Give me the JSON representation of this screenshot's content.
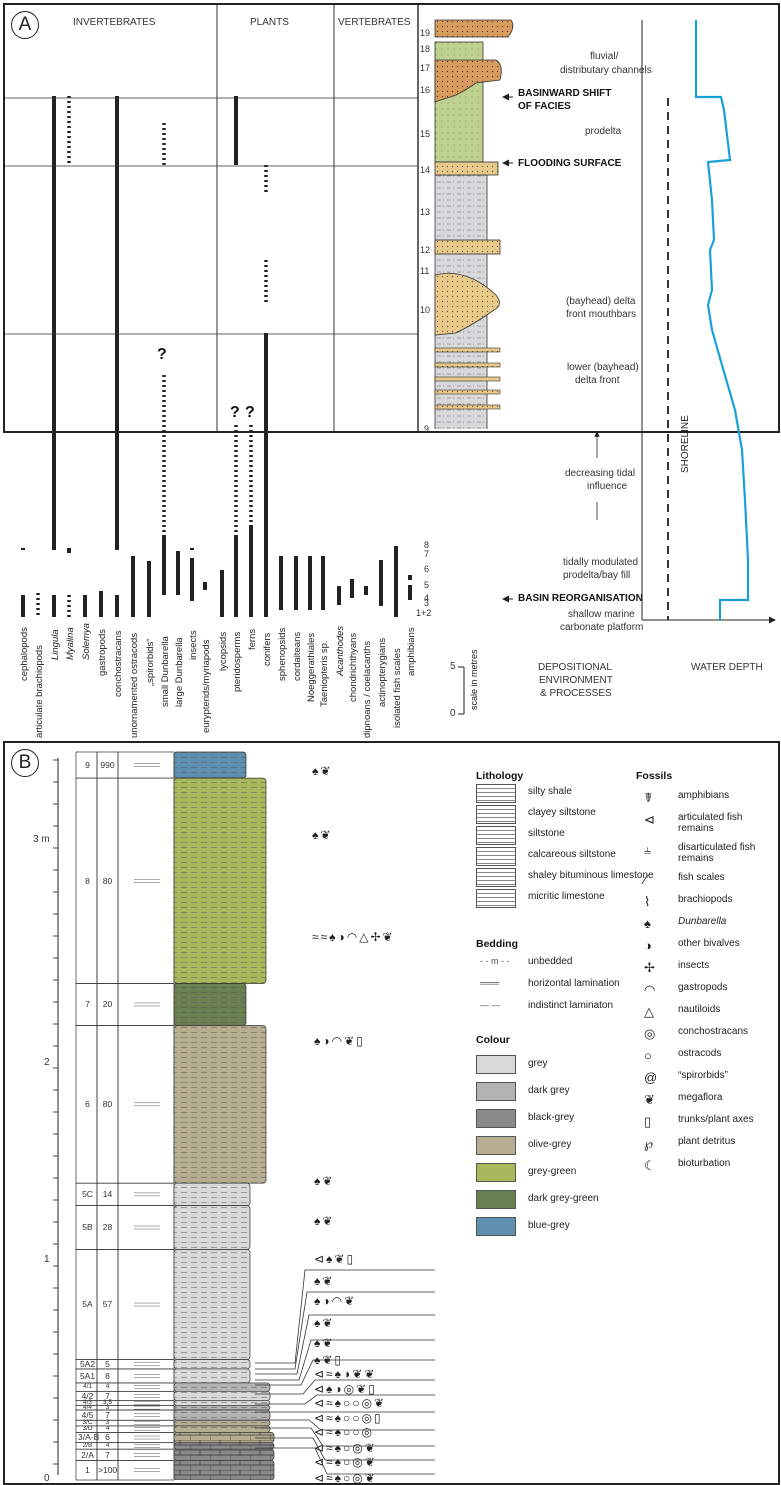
{
  "panelA": {
    "label": "A",
    "groups": {
      "invertebrates": "INVERTEBRATES",
      "plants": "PLANTS",
      "vertebrates": "VERTEBRATES"
    },
    "taxa": [
      {
        "text": "cephalopods",
        "italic": false
      },
      {
        "text": "articulate brachiopods",
        "italic": false
      },
      {
        "text": "Lingula",
        "italic": true
      },
      {
        "text": "Myalina",
        "italic": true
      },
      {
        "text": "Solemya",
        "italic": true
      },
      {
        "text": "gastropods",
        "italic": false
      },
      {
        "text": "conchostracans",
        "italic": false
      },
      {
        "text": "unornamented ostracods",
        "italic": false
      },
      {
        "text": "„spirorbids“",
        "italic": false
      },
      {
        "text": "small Dunbarella",
        "italic": false
      },
      {
        "text": "large Dunbarella",
        "italic": false
      },
      {
        "text": "insects",
        "italic": false
      },
      {
        "text": "eurypterids/myriapods",
        "italic": false
      },
      {
        "text": "lycopsids",
        "italic": false
      },
      {
        "text": "pteridosperms",
        "italic": false
      },
      {
        "text": "ferns",
        "italic": false
      },
      {
        "text": "conifers",
        "italic": false
      },
      {
        "text": "sphenopsids",
        "italic": false
      },
      {
        "text": "cordaiteans",
        "italic": false
      },
      {
        "text": "Noeggerathiales",
        "italic": false
      },
      {
        "text": "Taeniopteris sp.",
        "italic": false
      },
      {
        "text": "Acanthodes",
        "italic": true
      },
      {
        "text": "chondrichthyans",
        "italic": false
      },
      {
        "text": "dipnoans / coelacanths",
        "italic": false
      },
      {
        "text": "actinopterygians",
        "italic": false
      },
      {
        "text": "isolated fish scales",
        "italic": false
      },
      {
        "text": "amphibians",
        "italic": false
      }
    ],
    "qmark": "?",
    "bed_numbers": [
      "19",
      "18",
      "17",
      "16",
      "15",
      "14",
      "13",
      "12",
      "11",
      "10",
      "9",
      "8",
      "7",
      "6",
      "5",
      "4",
      "3",
      "1+2"
    ],
    "annotations": {
      "fluvial": "fluvial/",
      "fluvial2": "distributary channels",
      "basinward1": "BASINWARD SHIFT",
      "basinward2": "OF FACIES",
      "prodelta": "prodelta",
      "flooding": "FLOODING SURFACE",
      "bayhead1": "(bayhead) delta",
      "bayhead2": "front mouthbars",
      "lower1": "lower (bayhead)",
      "lower2": "delta front",
      "decr1": "decreasing tidal",
      "decr2": "influence",
      "tidal1": "tidally modulated",
      "tidal2": "prodelta/bay fill",
      "reorg": "BASIN REORGANISATION",
      "shallow1": "shallow marine",
      "shallow2": "carbonate platform"
    },
    "scale": {
      "top": "5",
      "bottom": "0",
      "label": "scale in metres"
    },
    "depositional": [
      "DEPOSITIONAL",
      "ENVIRONMENT",
      "& PROCESSES"
    ],
    "water_depth": "WATER DEPTH",
    "shoreline": "SHORELINE",
    "colors": {
      "water_line": "#1aa0d8"
    }
  },
  "panelB": {
    "label": "B",
    "scale_ticks": [
      "3 m",
      "2",
      "1",
      "0"
    ],
    "beds": [
      {
        "id": "9",
        "thick": "990"
      },
      {
        "id": "8",
        "thick": "80"
      },
      {
        "id": "7",
        "thick": "20"
      },
      {
        "id": "6",
        "thick": "80"
      },
      {
        "id": "5C",
        "thick": "14"
      },
      {
        "id": "5B",
        "thick": "28"
      },
      {
        "id": "5A",
        "thick": "57"
      },
      {
        "id": "5A2",
        "thick": "5"
      },
      {
        "id": "5A1",
        "thick": "8"
      },
      {
        "id": "4/1",
        "thick": "4"
      },
      {
        "id": "4/2",
        "thick": "7"
      },
      {
        "id": "4/3",
        "thick": "3,5"
      },
      {
        "id": "4/4",
        "thick": "3"
      },
      {
        "id": "4/5",
        "thick": "7"
      },
      {
        "id": "3/C",
        "thick": "3"
      },
      {
        "id": "3/D",
        "thick": "4"
      },
      {
        "id": "3/A-B",
        "thick": "6"
      },
      {
        "id": "2/B",
        "thick": "4"
      },
      {
        "id": "2/A",
        "thick": "7"
      },
      {
        "id": "1",
        "thick": ">100"
      }
    ],
    "unbedded_mark": "- - m - -",
    "lithology": {
      "title": "Lithology",
      "items": [
        "silty shale",
        "clayey siltstone",
        "siltstone",
        "calcareous siltstone",
        "shaley bituminous limestone",
        "micritic limestone"
      ]
    },
    "bedding": {
      "title": "Bedding",
      "items": [
        "unbedded",
        "horizontal lamination",
        "indistinct laminaton"
      ]
    },
    "colour": {
      "title": "Colour",
      "items": [
        {
          "name": "grey",
          "hex": "#d9d9d9"
        },
        {
          "name": "dark grey",
          "hex": "#b3b3b3"
        },
        {
          "name": "black-grey",
          "hex": "#8a8a8a"
        },
        {
          "name": "olive-grey",
          "hex": "#b7ad90"
        },
        {
          "name": "grey-green",
          "hex": "#a9b85a"
        },
        {
          "name": "dark grey-green",
          "hex": "#6b8050"
        },
        {
          "name": "blue-grey",
          "hex": "#5e8fae"
        }
      ]
    },
    "fossils": {
      "title": "Fossils",
      "items": [
        "amphibians",
        "articulated fish remains",
        "disarticulated fish remains",
        "fish scales",
        "brachiopods",
        "Dunbarella",
        "other bivalves",
        "insects",
        "gastropods",
        "nautiloids",
        "conchostracans",
        "ostracods",
        "“spirorbids”",
        "megaflora",
        "trunks/plant axes",
        "plant detritus",
        "bioturbation"
      ]
    }
  }
}
